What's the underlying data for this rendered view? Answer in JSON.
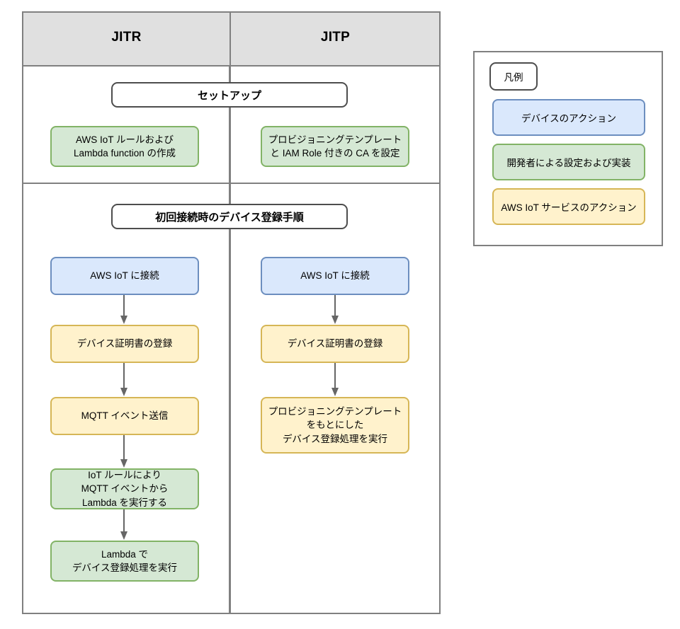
{
  "table": {
    "columns": [
      {
        "id": "jitr",
        "label": "JITR"
      },
      {
        "id": "jitp",
        "label": "JITP"
      }
    ],
    "sections": [
      {
        "id": "setup",
        "label": "セットアップ"
      },
      {
        "id": "enroll",
        "label": "初回接続時のデバイス登録手順"
      }
    ]
  },
  "flow": {
    "setup": {
      "jitr": [
        {
          "text": "AWS IoT ルールおよび\nLambda function の作成",
          "kind": "green"
        }
      ],
      "jitp": [
        {
          "text": "プロビジョニングテンプレート\nと IAM Role 付きの CA を設定",
          "kind": "green"
        }
      ]
    },
    "enroll": {
      "jitr": [
        {
          "text": "AWS IoT に接続",
          "kind": "blue"
        },
        {
          "text": "デバイス証明書の登録",
          "kind": "yellow"
        },
        {
          "text": "MQTT イベント送信",
          "kind": "yellow"
        },
        {
          "text": "IoT ルールにより\nMQTT イベントから\nLambda を実行する",
          "kind": "green"
        },
        {
          "text": "Lambda で\nデバイス登録処理を実行",
          "kind": "green"
        }
      ],
      "jitp": [
        {
          "text": "AWS IoT に接続",
          "kind": "blue"
        },
        {
          "text": "デバイス証明書の登録",
          "kind": "yellow"
        },
        {
          "text": "プロビジョニングテンプレート\nをもとにした\nデバイス登録処理を実行",
          "kind": "yellow"
        }
      ]
    }
  },
  "legend": {
    "title": "凡例",
    "items": [
      {
        "label": "デバイスのアクション",
        "kind": "blue"
      },
      {
        "label": "開発者による設定および実装",
        "kind": "green"
      },
      {
        "label": "AWS IoT サービスのアクション",
        "kind": "yellow"
      }
    ]
  },
  "colors": {
    "green_fill": "#d5e8d4",
    "green_stroke": "#82b366",
    "blue_fill": "#dae8fc",
    "blue_stroke": "#6c8ebf",
    "yellow_fill": "#fff2cc",
    "yellow_stroke": "#d6b656",
    "table_stroke": "#808080",
    "header_fill": "#e0e0e0",
    "pill_stroke": "#4d4d4d",
    "arrow": "#666666"
  }
}
